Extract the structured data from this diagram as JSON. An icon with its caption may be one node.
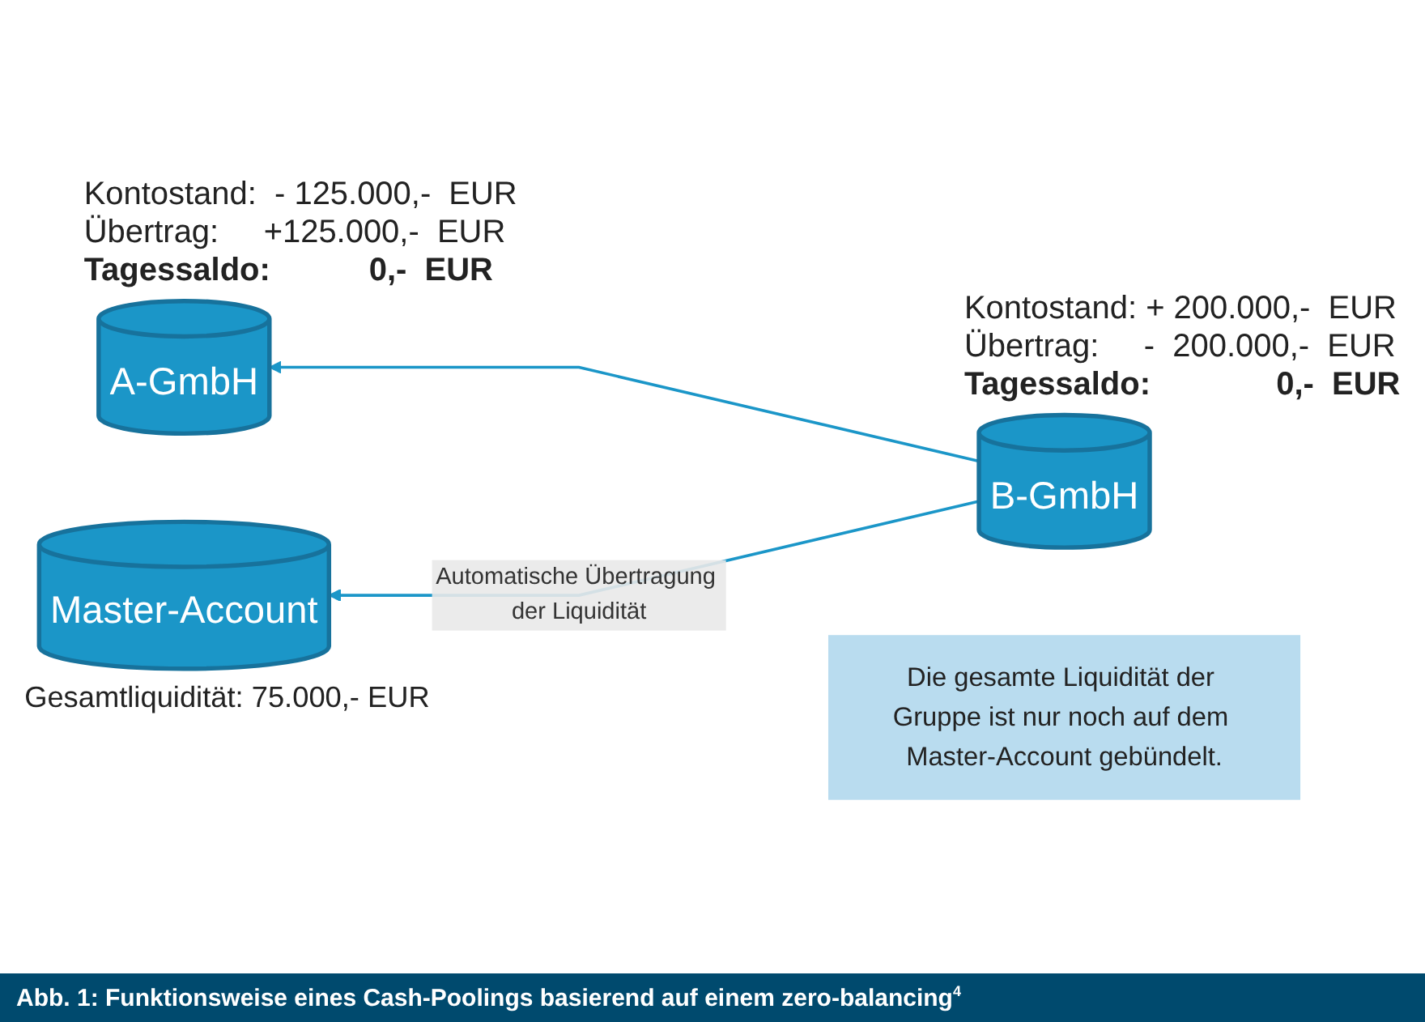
{
  "diagram": {
    "caption": "Abb. 1: Funktionsweise eines Cash-Poolings basierend auf einem zero-balancing$^{4}$",
    "nodes": [
      {
        "text": [
          "A-GmbH"
        ],
        "beside": [
          "Kontostand:  - 125.000,-  EUR",
          "Übertrag:     +125.000,-  EUR",
          "Tagessaldo:           0,-  EUR"
        ]
      },
      {
        "text": [
          "B-GmbH"
        ],
        "beside": [
          "Kontostand: + 200.000,-  EUR",
          "Übertrag:     -  200.000,-  EUR",
          "Tagessaldo:              0,-  EUR"
        ]
      },
      {
        "text": [
          "Die gesamte Liquidität der Gruppe ist nur noch auf dem Master-Account gebündelt."
        ]
      },
      {
        "text": [
          "Master-Account"
        ],
        "beside": [
          "Gesamtliquidität: 75.000,- EUR"
        ]
      }
    ],
    "edges": [
      {
        "from": 1,
        "to": 0,
        "arrow": "to"
      },
      {
        "from": 1,
        "to": 3,
        "arrow": "to",
        "label": "Automatische Übertragung der Liquidität"
      }
    ]
  }
}
